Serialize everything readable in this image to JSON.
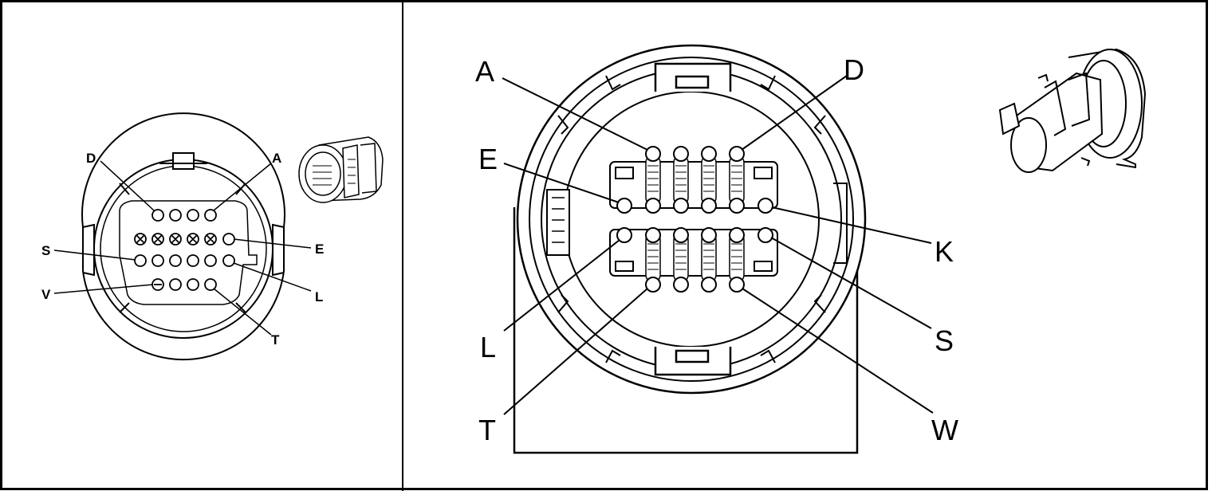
{
  "colors": {
    "line": "#000000",
    "background": "#ffffff"
  },
  "left_panel": {
    "name": "connector-face-view",
    "labels": [
      "D",
      "A",
      "S",
      "E",
      "V",
      "L",
      "T"
    ],
    "legend_icons": {
      "blocked_cavity": "x-circle-icon",
      "plugged_cavity": "minus-circle-icon"
    }
  },
  "right_panel": {
    "name": "connector-terminal-view",
    "labels": [
      "A",
      "D",
      "E",
      "K",
      "L",
      "S",
      "T",
      "W"
    ]
  }
}
